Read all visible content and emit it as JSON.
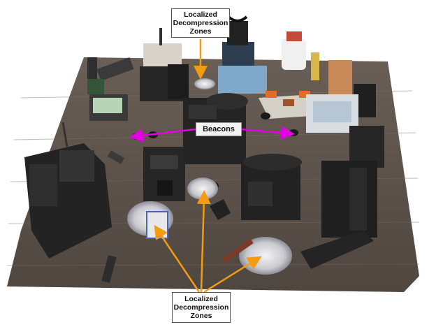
{
  "annotations": {
    "top_label": {
      "line1": "Localized",
      "line2": "Decompression",
      "line3": "Zones"
    },
    "beacons_label": "Beacons",
    "bottom_label": {
      "line1": "Localized",
      "line2": "Decompression",
      "line3": "Zones"
    }
  },
  "colors": {
    "zone_arrow": "#f39c12",
    "beacon_arrow": "#e100e1",
    "table_surface": "#5d5249",
    "terrain": "#2b2b2b"
  }
}
